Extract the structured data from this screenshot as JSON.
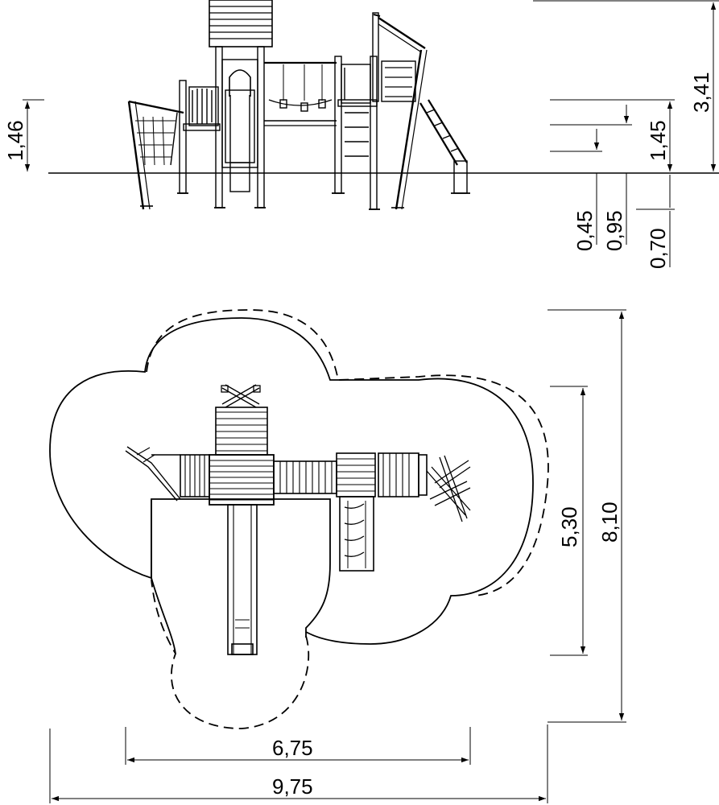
{
  "drawing": {
    "subject": "playground-equipment-technical-drawing",
    "line_color": "#000000",
    "background": "#ffffff",
    "side_view": {
      "dimensions": {
        "height_left": "1,46",
        "total_height": "3,41",
        "platform_height": "1,45",
        "level_a": "0,45",
        "level_b": "0,95",
        "level_c": "0,70"
      }
    },
    "plan_view": {
      "dimensions": {
        "depth_equipment": "5,30",
        "depth_total": "8,10",
        "width_equipment": "6,75",
        "width_total": "9,75"
      }
    }
  }
}
